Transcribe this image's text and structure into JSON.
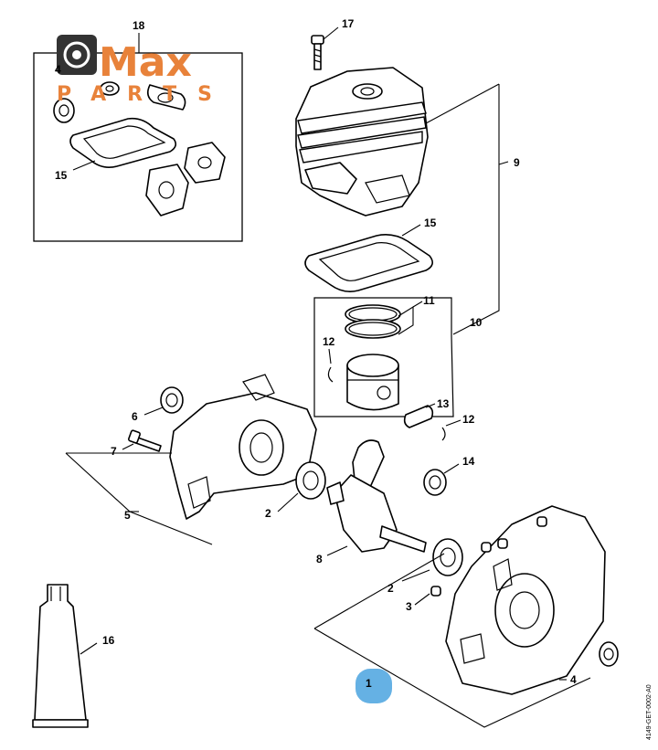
{
  "logo": {
    "brand_main": "Max",
    "brand_sub": "PARTS",
    "brand_color": "#e8823a",
    "gear_color": "#333333"
  },
  "doc_code": "4149-GET-0002-A0",
  "highlight_color": "#4aa3df",
  "callouts": [
    {
      "id": "c1",
      "label": "1",
      "highlighted": true
    },
    {
      "id": "c2a",
      "label": "2"
    },
    {
      "id": "c2b",
      "label": "2"
    },
    {
      "id": "c3",
      "label": "3"
    },
    {
      "id": "c4a",
      "label": "4"
    },
    {
      "id": "c4b",
      "label": "4"
    },
    {
      "id": "c5",
      "label": "5"
    },
    {
      "id": "c6",
      "label": "6"
    },
    {
      "id": "c7",
      "label": "7"
    },
    {
      "id": "c8",
      "label": "8"
    },
    {
      "id": "c9",
      "label": "9"
    },
    {
      "id": "c10",
      "label": "10"
    },
    {
      "id": "c11",
      "label": "11"
    },
    {
      "id": "c12a",
      "label": "12"
    },
    {
      "id": "c12b",
      "label": "12"
    },
    {
      "id": "c13",
      "label": "13"
    },
    {
      "id": "c14",
      "label": "14"
    },
    {
      "id": "c15a",
      "label": "15"
    },
    {
      "id": "c15b",
      "label": "15"
    },
    {
      "id": "c16",
      "label": "16"
    },
    {
      "id": "c17",
      "label": "17"
    },
    {
      "id": "c18",
      "label": "18"
    }
  ]
}
